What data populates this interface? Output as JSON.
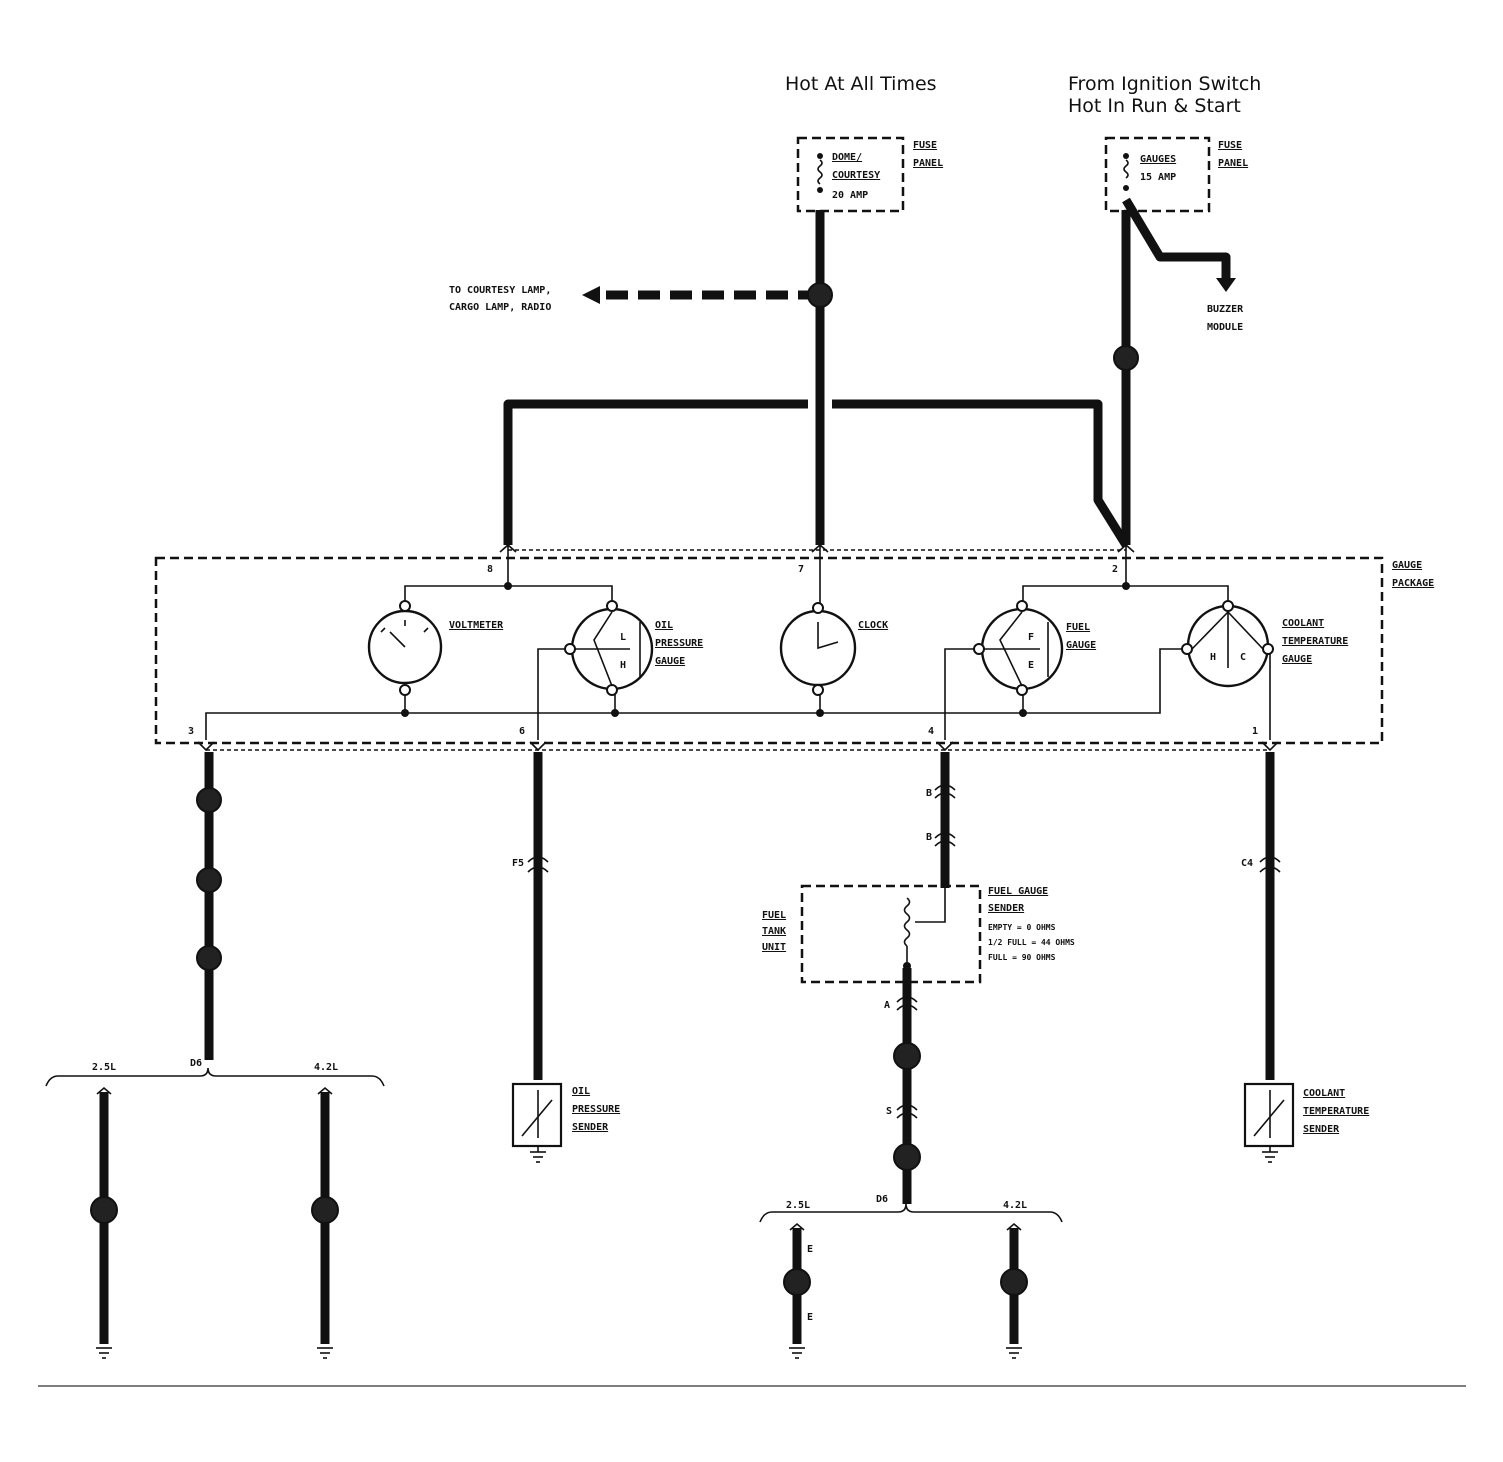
{
  "supplies": {
    "hot_at_all_times": "Hot At All Times",
    "ignition_line1": "From Ignition Switch",
    "ignition_line2": "Hot In Run & Start"
  },
  "fuse_dome": {
    "name_line1": "DOME/",
    "name_line2": "COURTESY",
    "rating": "20 AMP",
    "panel_line1": "FUSE",
    "panel_line2": "PANEL"
  },
  "fuse_gauges": {
    "name": "GAUGES",
    "rating": "15 AMP",
    "panel_line1": "FUSE",
    "panel_line2": "PANEL"
  },
  "courtesy_feed": {
    "line1": "TO COURTESY LAMP,",
    "line2": "CARGO LAMP, RADIO"
  },
  "buzzer": {
    "line1": "BUZZER",
    "line2": "MODULE"
  },
  "gauge_package": {
    "line1": "GAUGE",
    "line2": "PACKAGE"
  },
  "gauges": {
    "voltmeter": "VOLTMETER",
    "oil_pressure": [
      "OIL",
      "PRESSURE",
      "GAUGE"
    ],
    "clock": "CLOCK",
    "fuel": [
      "FUEL",
      "GAUGE"
    ],
    "coolant": [
      "COOLANT",
      "TEMPERATURE",
      "GAUGE"
    ]
  },
  "pins": {
    "p8": "8",
    "p7": "7",
    "p2": "2",
    "p3": "3",
    "p6": "6",
    "p4": "4",
    "p1": "1"
  },
  "connectors": {
    "f5": "F5",
    "c4": "C4",
    "b_upper": "B",
    "b_lower": "B",
    "a": "A",
    "s": "S",
    "e_upper": "E",
    "e_lower": "E",
    "d6_left": "D6",
    "d6_right": "D6"
  },
  "fuel_tank_unit": {
    "line1": "FUEL",
    "line2": "TANK",
    "line3": "UNIT"
  },
  "fuel_sender": {
    "title_line1": "FUEL GAUGE",
    "title_line2": "SENDER",
    "spec_empty": "EMPTY = 0 OHMS",
    "spec_half": "1/2 FULL = 44 OHMS",
    "spec_full": "FULL = 90 OHMS"
  },
  "oil_sender": [
    "OIL",
    "PRESSURE",
    "SENDER"
  ],
  "coolant_sender": [
    "COOLANT",
    "TEMPERATURE",
    "SENDER"
  ],
  "engines": {
    "left_a": "2.5L",
    "left_b": "4.2L",
    "right_a": "2.5L",
    "right_b": "4.2L"
  },
  "colors": {
    "ink": "#111111",
    "paper": "#ffffff"
  }
}
